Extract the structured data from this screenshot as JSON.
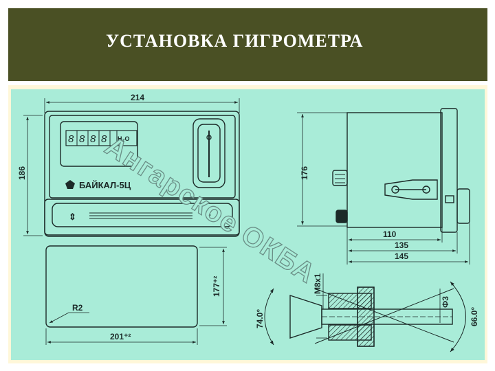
{
  "slide": {
    "title": "УСТАНОВКА ГИГРОМЕТРА"
  },
  "front_view": {
    "width_dim": "214",
    "height_dim": "186",
    "display_digits": [
      "8",
      "8",
      "8",
      "8"
    ],
    "display_unit": "H₂O",
    "brand_label": "БАЙКАЛ-5Ц"
  },
  "side_view": {
    "height_dim": "176",
    "dims": [
      "110",
      "135",
      "145"
    ]
  },
  "cutout_view": {
    "width_dim": "201⁺²",
    "height_dim": "177⁺²",
    "radius_label": "R2"
  },
  "fitting_view": {
    "thread_label": "М8х1",
    "diameter_label": "Ф3",
    "angle_left": "74.0°",
    "angle_right": "66.0°"
  },
  "watermark": "Ангарское ОКБА",
  "colors": {
    "banner": "#4a5024",
    "drawing_bg": "#a9ecd8",
    "frame": "#fff7d9",
    "line": "#1c2a28"
  }
}
